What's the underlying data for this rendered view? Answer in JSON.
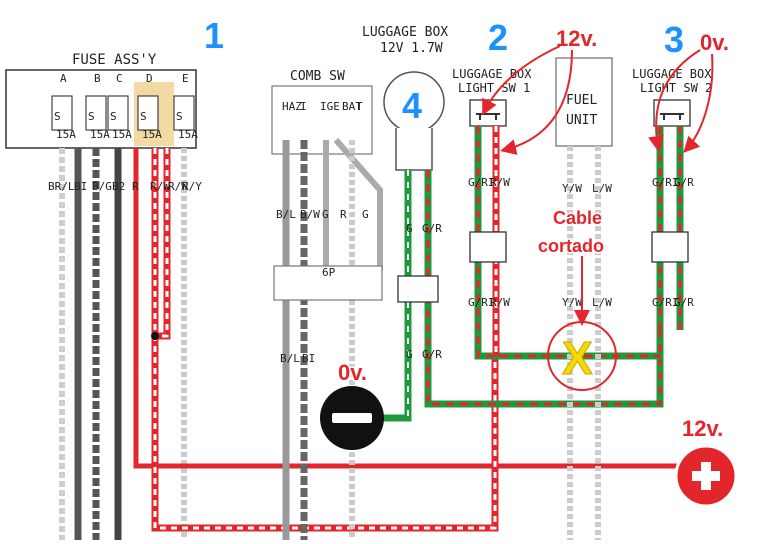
{
  "numbers": [
    "1",
    "2",
    "3",
    "4"
  ],
  "fuse_box": {
    "title": "FUSE ASS'Y",
    "letters": [
      "A",
      "B",
      "C",
      "D",
      "E"
    ],
    "amp_labels": [
      "15A",
      "15A",
      "15A",
      "15A",
      "15A"
    ],
    "wire_labels": [
      "BR/L",
      "BI",
      "B/G",
      "B2",
      "R",
      "R/W",
      "R/W",
      "R/Y"
    ]
  },
  "comb_sw": {
    "title": "COMB SW",
    "pins": [
      "HAZ",
      "I",
      "IGE",
      "BAT",
      "T"
    ],
    "wire_labels": [
      "B/L",
      "B/W",
      "G",
      "R",
      "G"
    ],
    "connector": "6P",
    "bottom_labels": [
      "B/L",
      "BI"
    ]
  },
  "luggage_box": {
    "title": "LUGGAGE BOX",
    "spec": "12V 1.7W"
  },
  "lamp_wires": {
    "top": [
      "G",
      "G/R"
    ],
    "bottom": [
      "G",
      "G/R"
    ]
  },
  "sw1": {
    "title": "LUGGAGE BOX",
    "subtitle": "LIGHT SW 1",
    "labels": [
      "G/RI",
      "R/W"
    ]
  },
  "fuel_unit": {
    "label": "FUEL UNIT",
    "wires": [
      "Y/W",
      "L/W"
    ]
  },
  "sw2": {
    "title": "LUGGAGE BOX",
    "subtitle": "LIGHT SW 2",
    "labels": [
      "G/RI",
      "G/R"
    ]
  },
  "annotations": {
    "v12_sw1": "12v.",
    "v0_sw2": "0v.",
    "cable": "Cable cortado",
    "v0_ground": "0v.",
    "v12_battery": "12v."
  },
  "colors": {
    "red": "#e3262b",
    "green": "#1e9a3c",
    "blue": "#1e90ff",
    "yellow": "#f5d800",
    "highlight": "#f3d9a4"
  }
}
